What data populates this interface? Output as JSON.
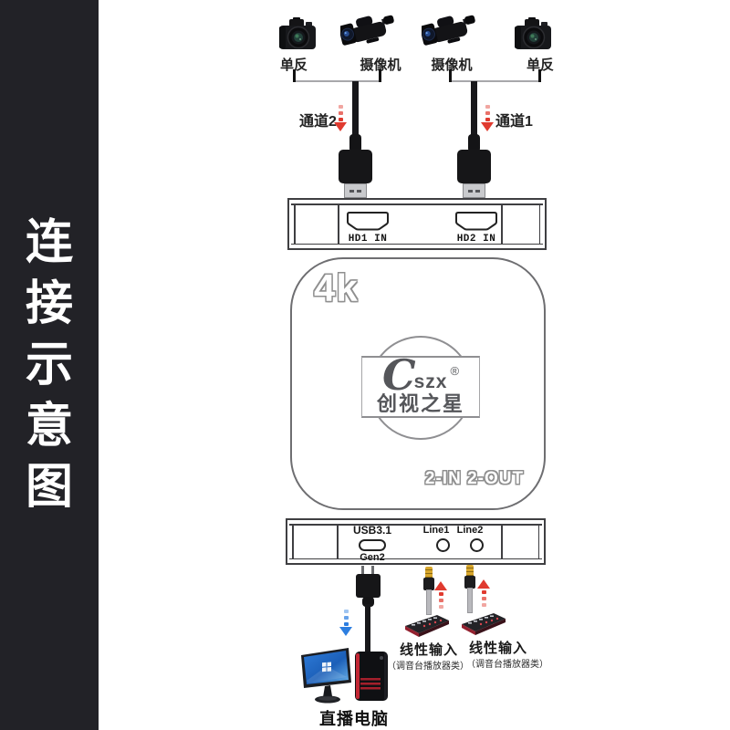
{
  "sidebar": {
    "title": "连接示意图",
    "chars": [
      "连",
      "接",
      "示",
      "意",
      "图"
    ]
  },
  "sources": {
    "dslr_left": "单反",
    "camcorder_left": "摄像机",
    "camcorder_right": "摄像机",
    "dslr_right": "单反"
  },
  "channels": {
    "left": "通道2",
    "right": "通道1"
  },
  "hdmi_panel": {
    "port1": "HD1 IN",
    "port2": "HD2 IN"
  },
  "device": {
    "badge": "4k",
    "logo": {
      "script": "C",
      "letters": "szx",
      "registered": "®",
      "chinese": "创视之星"
    },
    "io_label": "2-IN 2-OUT"
  },
  "io_panel": {
    "usb_top": "USB3.1",
    "usb_bottom": "Gen2",
    "line1": "Line1",
    "line2": "Line2"
  },
  "outputs": {
    "computer": "直播电脑",
    "line_inputs": [
      {
        "title": "线性输入",
        "subtitle": "（调音台播放器类）"
      },
      {
        "title": "线性输入",
        "subtitle": "（调音台播放器类）"
      }
    ]
  },
  "colors": {
    "accent_red": "#e03a2f",
    "accent_blue": "#2d7ee0",
    "sidebar_bg": "#222227",
    "line_art": "#6e6e71"
  }
}
